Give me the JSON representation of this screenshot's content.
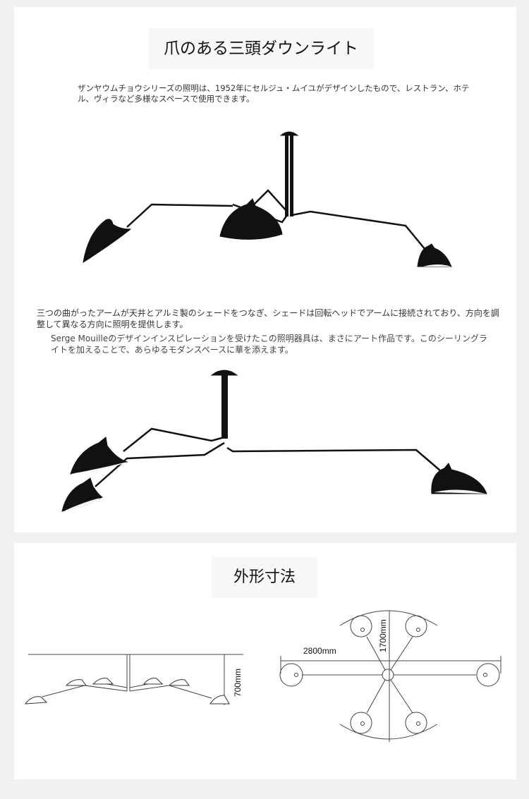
{
  "section1": {
    "title": "爪のある三頭ダウンライト",
    "description": "ザンヤウムチョウシリーズの照明は、1952年にセルジュ・ムイユがデザインしたもので、レストラン、ホテル、ヴィラなど多様なスペースで使用できます。",
    "arms_text": "三つの曲がったアームが天井とアルミ製のシェードをつなぎ、シェードは回転ヘッドでアームに接続されており、方向を調整して異なる方向に照明を提供します。",
    "inspiration_text": "Serge Mouilleのデザインインスピレーションを受けたこの照明器具は、まさにアート作品です。このシーリングライトを加えることで、あらゆるモダンスペースに華を添えます。"
  },
  "section2": {
    "title": "外形寸法",
    "height_label": "700mm",
    "width_label": "2800mm",
    "depth_label": "1700mm"
  }
}
